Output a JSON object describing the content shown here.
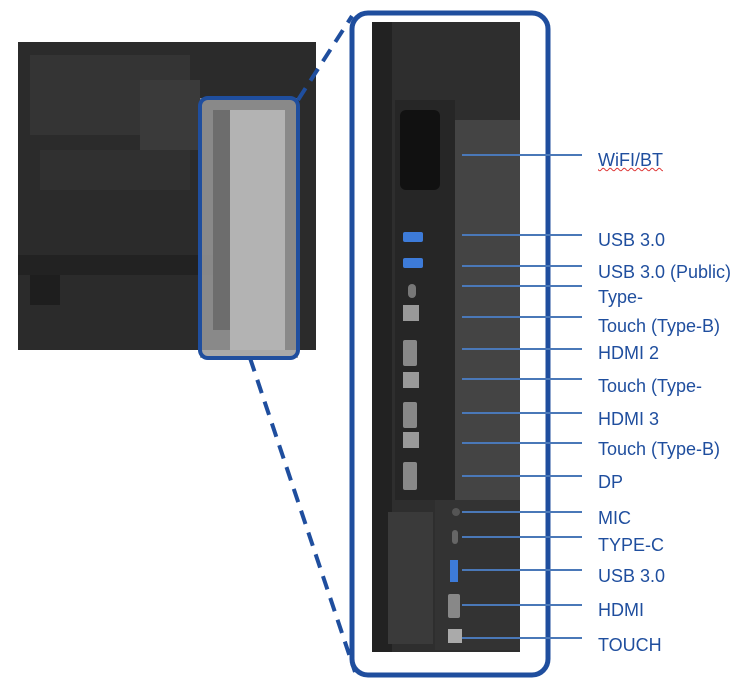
{
  "colors": {
    "accent": "#1f4e9e",
    "leader": "#4a78b8",
    "device": "#2a2a2a"
  },
  "labels": [
    {
      "text": "WiFI/BT"
    },
    {
      "text": "USB 3.0"
    },
    {
      "text": "USB 3.0 (Public)"
    },
    {
      "text": "Type-"
    },
    {
      "text": "Touch (Type-B)"
    },
    {
      "text": "HDMI 2"
    },
    {
      "text": "Touch (Type-"
    },
    {
      "text": "HDMI 3"
    },
    {
      "text": "Touch (Type-B)"
    },
    {
      "text": "DP"
    },
    {
      "text": "MIC"
    },
    {
      "text": "TYPE-C"
    },
    {
      "text": "USB 3.0"
    },
    {
      "text": "HDMI"
    },
    {
      "text": "TOUCH"
    }
  ]
}
